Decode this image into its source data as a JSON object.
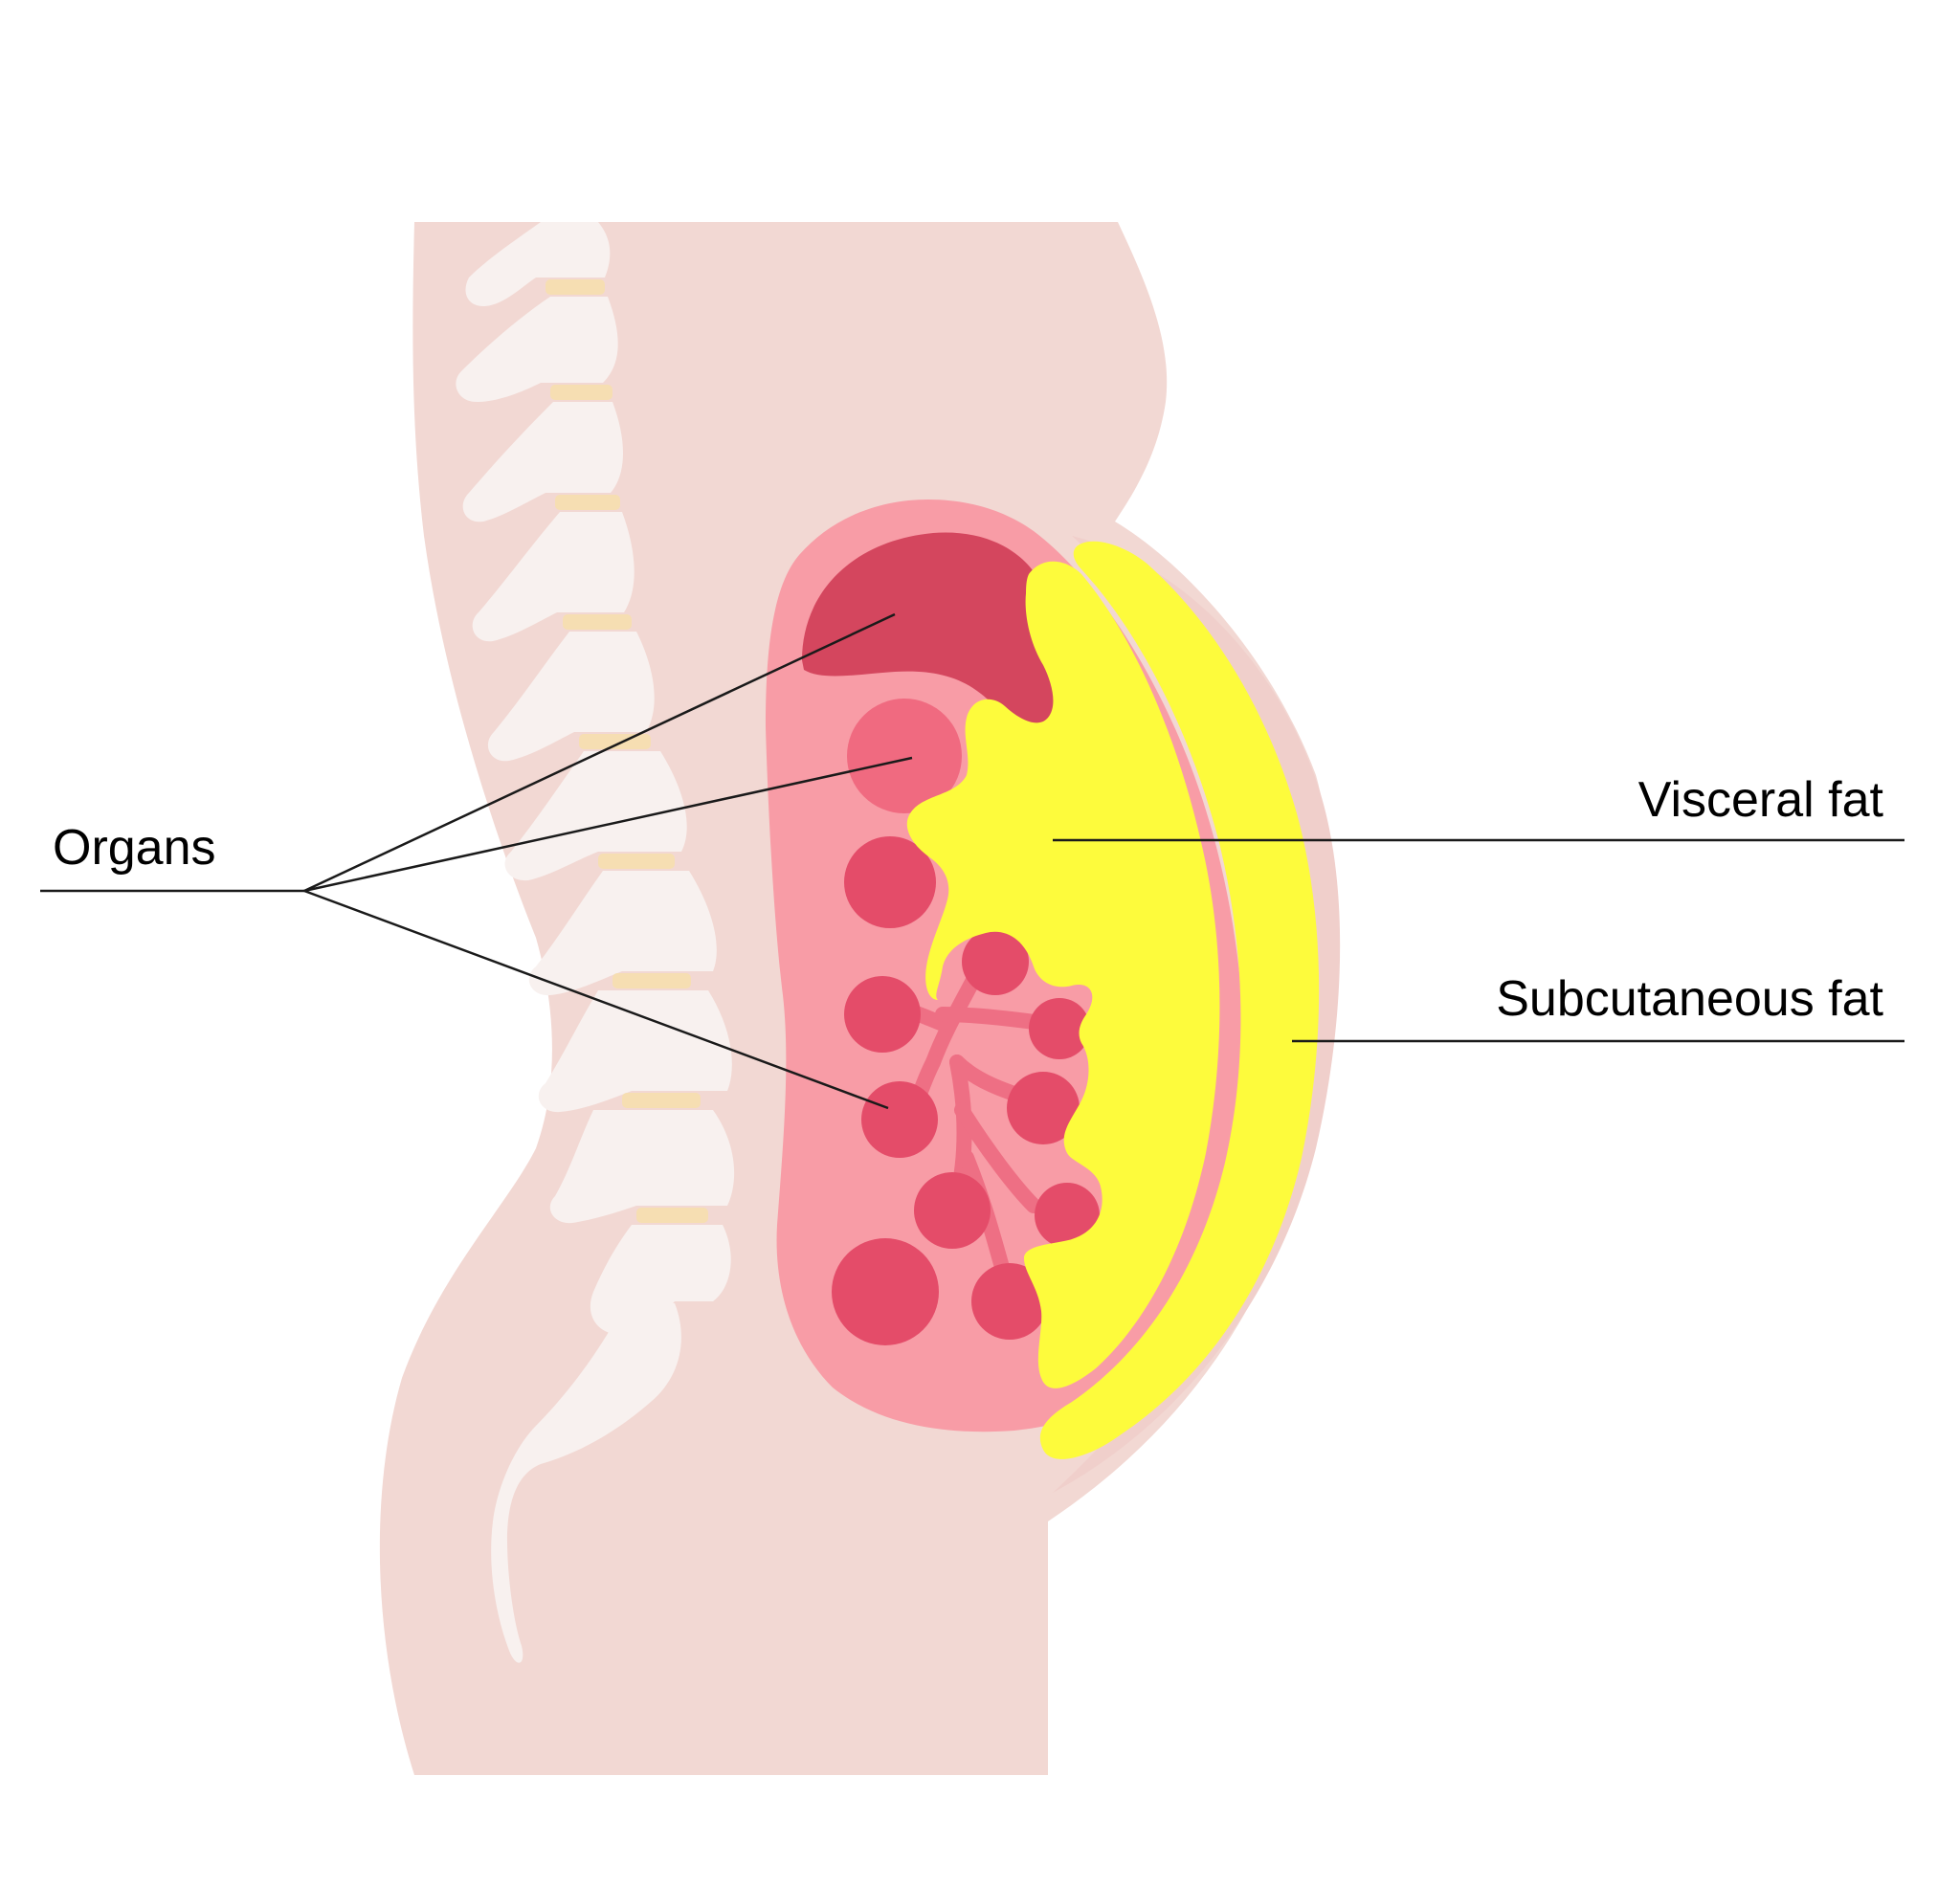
{
  "labels": {
    "organs": "Organs",
    "visceral_fat": "Visceral fat",
    "subcutaneous_fat": "Subcutaneous fat"
  },
  "colors": {
    "background": "#ffffff",
    "body": "#f2d8d3",
    "skin_edge": "#f0cfcb",
    "bone": "#f8f1ef",
    "disc": "#f6deb2",
    "cavity": "#f89ca6",
    "liver": "#d4465e",
    "stomach": "#f06a80",
    "intestine": "#e44c69",
    "vessel": "#ee6f84",
    "fat": "#fdfb3c",
    "line": "#1a1a1a"
  }
}
